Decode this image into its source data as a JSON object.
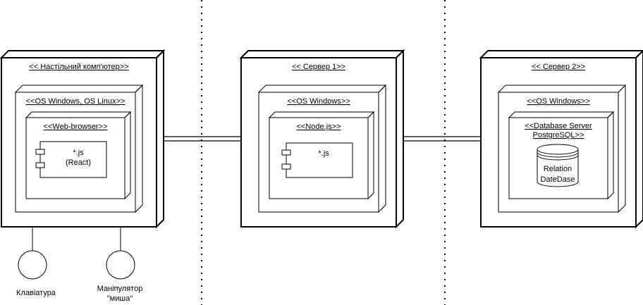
{
  "nodes": {
    "desktop": {
      "title": "<< Настільний комп'ютер>>",
      "os": "<<OS Windows, OS Linux>>",
      "browser": "<<Web-browser>>",
      "component": [
        "*.js",
        "(React)"
      ]
    },
    "server1": {
      "title": "<< Сервер 1>>",
      "os": "<<OS Windows>>",
      "runtime": "<<Node.js>>",
      "component": [
        "*.js"
      ]
    },
    "server2": {
      "title": "<< Сервер 2>>",
      "os": "<<OS Windows>>",
      "db_server": [
        "<<Database Server",
        "PostgreSQL>>"
      ],
      "database": [
        "Relation",
        "DateDase"
      ]
    }
  },
  "devices": {
    "keyboard": [
      "Клавіатура"
    ],
    "mouse": [
      "Маніпулятор",
      "\"миша\""
    ]
  },
  "colors": {
    "stroke": "#000000",
    "background": "#ffffff"
  }
}
